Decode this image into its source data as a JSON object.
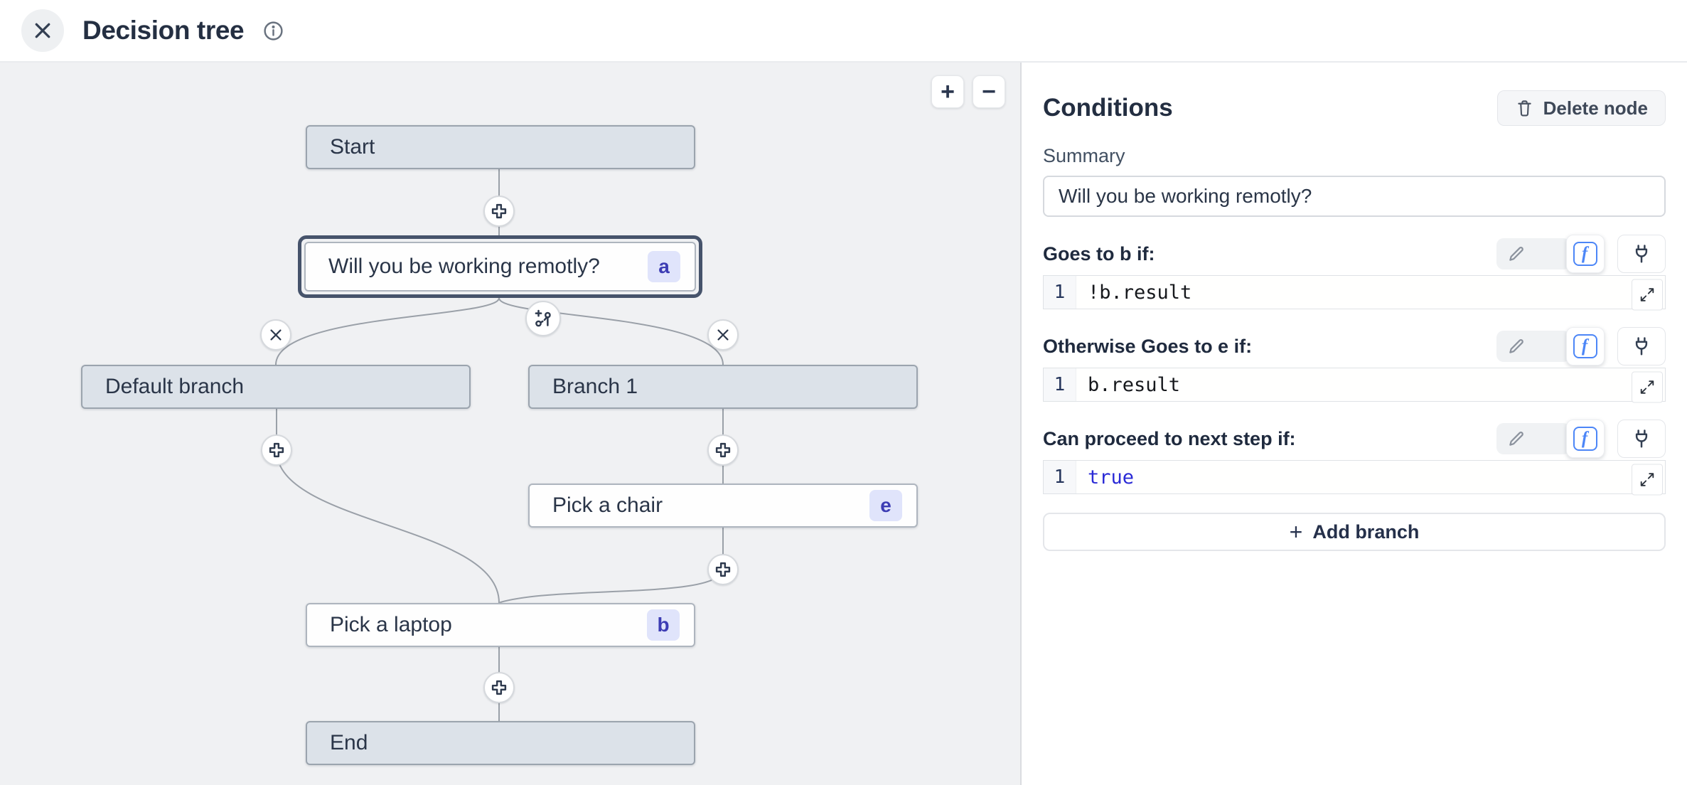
{
  "header": {
    "title": "Decision tree"
  },
  "canvas": {
    "controls": {
      "zoom_in": "+",
      "zoom_out": "−"
    },
    "nodes": {
      "start": {
        "label": "Start"
      },
      "decision": {
        "label": "Will you be working remotly?",
        "badge": "a"
      },
      "default_branch": {
        "label": "Default branch"
      },
      "branch_1": {
        "label": "Branch 1"
      },
      "pick_chair": {
        "label": "Pick a chair",
        "badge": "e"
      },
      "pick_laptop": {
        "label": "Pick a laptop",
        "badge": "b"
      },
      "end": {
        "label": "End"
      }
    },
    "icons": [
      "plus-node-icon",
      "delete-branch-icon",
      "add-branch-split-icon"
    ]
  },
  "panel": {
    "title": "Conditions",
    "delete_node_label": "Delete node",
    "summary_label": "Summary",
    "summary_value": "Will you be working remotly?",
    "conditions": [
      {
        "label": "Goes to b if:",
        "line": "1",
        "code": "!b.result"
      },
      {
        "label": "Otherwise Goes to e if:",
        "line": "1",
        "code": "b.result"
      },
      {
        "label": "Can proceed to next step if:",
        "line": "1",
        "code": "true"
      }
    ],
    "add_branch_plus": "+",
    "add_branch_label": "Add branch",
    "icons": [
      "trash-icon",
      "pencil-icon",
      "fx-icon",
      "plug-icon",
      "expand-icon"
    ]
  },
  "colors": {
    "canvas_bg": "#f0f1f3",
    "node_fill": "#dce2e9",
    "node_border": "#9ba4ae",
    "selected_ring": "#46536b",
    "badge_bg": "#e0e4fb",
    "badge_text": "#3d3db4",
    "connector": "#9aa0a8",
    "accent_blue": "#4c86f7",
    "keyword_blue": "#2a2ad6"
  }
}
